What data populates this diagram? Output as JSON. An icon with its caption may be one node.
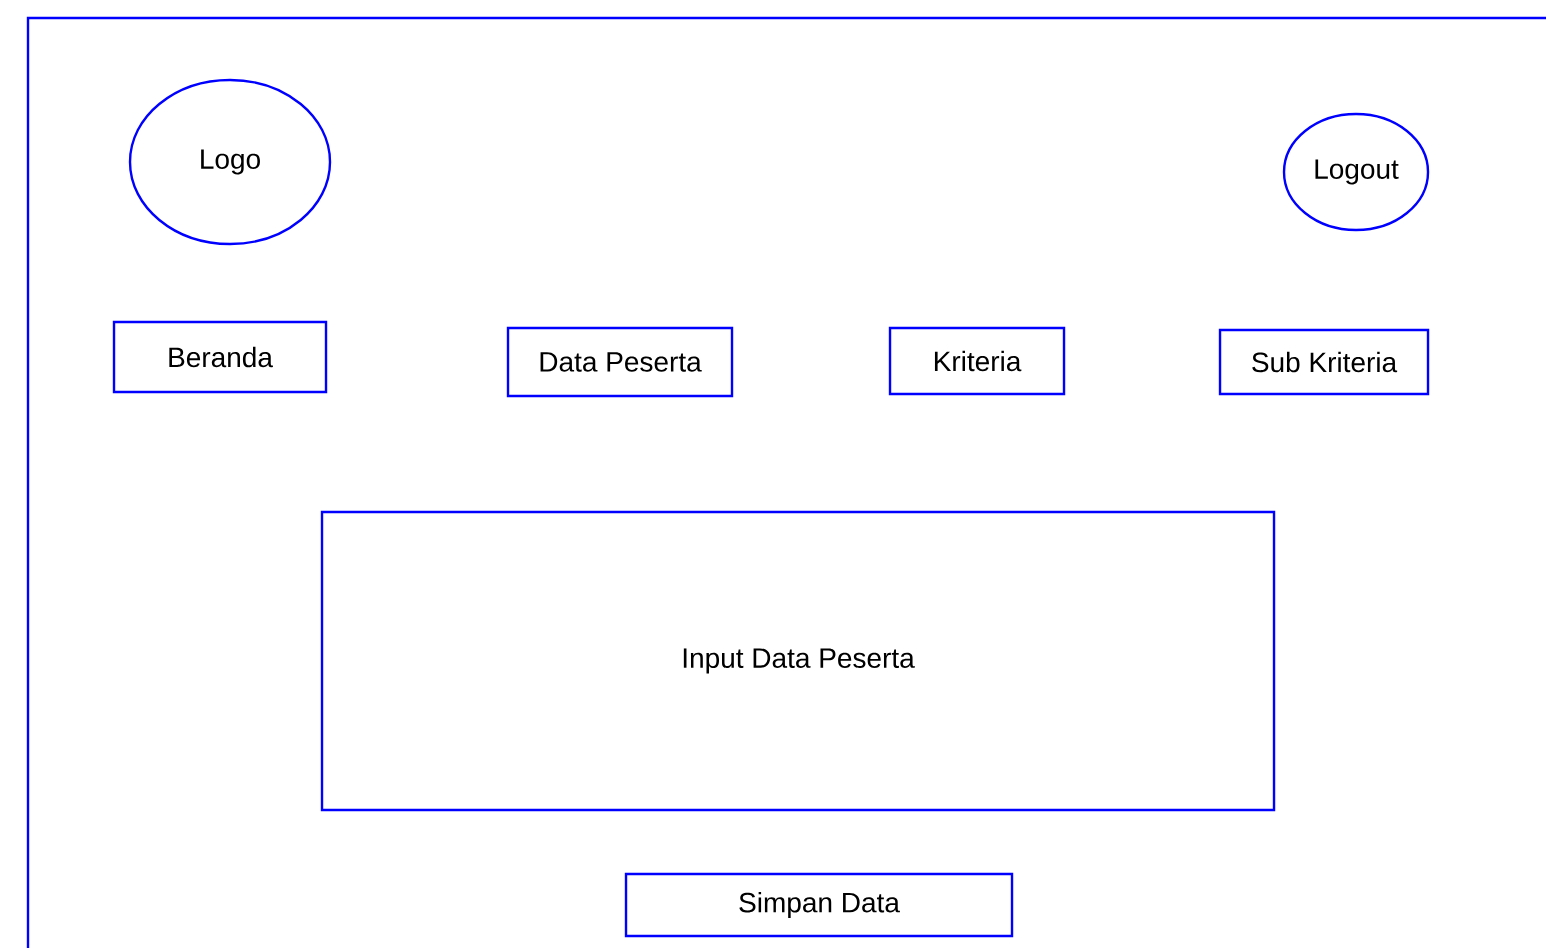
{
  "diagram": {
    "nodes": [
      {
        "text": [
          "Logo"
        ]
      },
      {
        "text": [
          "Logout"
        ]
      },
      {
        "text": [
          "Beranda"
        ]
      },
      {
        "text": [
          "Data Peserta"
        ]
      },
      {
        "text": [
          "Kriteria"
        ]
      },
      {
        "text": [
          "Sub Kriteria"
        ]
      },
      {
        "text": [
          "Input Data Peserta"
        ]
      },
      {
        "text": [
          "Simpan Data"
        ]
      }
    ]
  }
}
